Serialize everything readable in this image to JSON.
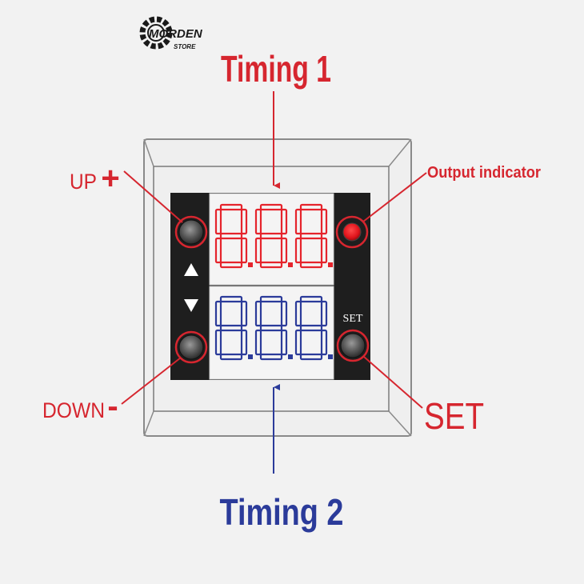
{
  "logo": {
    "brand": "MORDEN",
    "sub": "STORE"
  },
  "labels": {
    "timing1": "Timing 1",
    "timing2": "Timing 2",
    "up": "UP",
    "up_sign": "+",
    "down": "DOWN",
    "down_sign": "-",
    "output_indicator": "Output indicator",
    "set": "SET",
    "set_button_text": "SET"
  },
  "displays": {
    "top": {
      "digits": [
        "8.",
        "8.",
        "8."
      ],
      "color": "#e5242c"
    },
    "bottom": {
      "digits": [
        "8.",
        "8.",
        "8."
      ],
      "color": "#2b3b9a"
    }
  },
  "colors": {
    "accent_red": "#d6262f",
    "accent_blue": "#2b3b9a",
    "panel_dark": "#1e1e1e",
    "indicator_led": "#e0141c",
    "background": "#f2f2f2"
  },
  "icons": [
    "gear-logo-icon",
    "up-triangle-icon",
    "down-triangle-icon"
  ]
}
